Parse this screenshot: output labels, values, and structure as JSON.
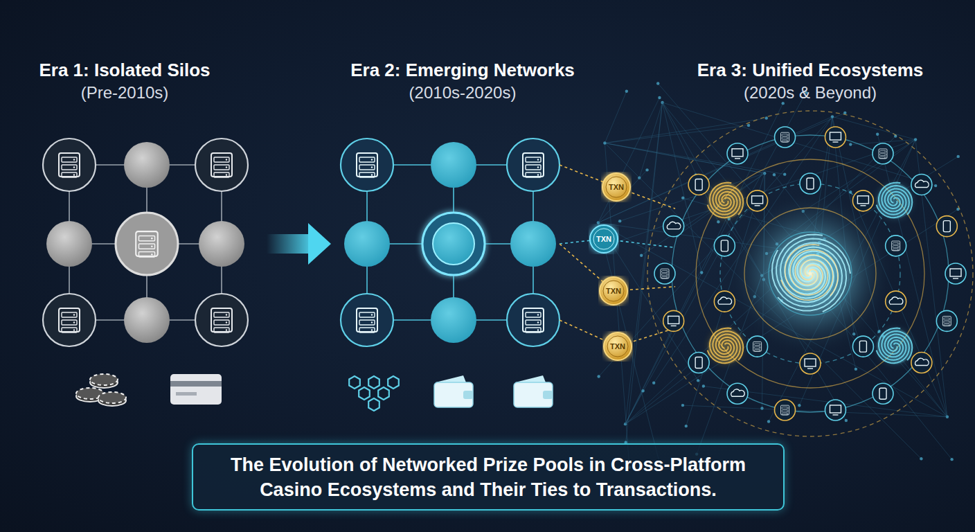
{
  "diagram": {
    "caption": "The Evolution of Networked Prize Pools in Cross-Platform Casino Ecosystems and Their Ties to Transactions.",
    "nodes": [
      {
        "text": [
          "TXN"
        ]
      },
      {
        "text": [
          "TXN"
        ]
      },
      {
        "text": [
          "TXN"
        ]
      },
      {
        "text": [
          "TXN"
        ]
      }
    ],
    "labels": [
      "Era 1: Isolated Silos",
      "(Pre-2010s)",
      "Era 2: Emerging Networks",
      "(2010s-2020s)",
      "Era 3: Unified Ecosystems",
      "(2020s & Beyond)"
    ]
  }
}
